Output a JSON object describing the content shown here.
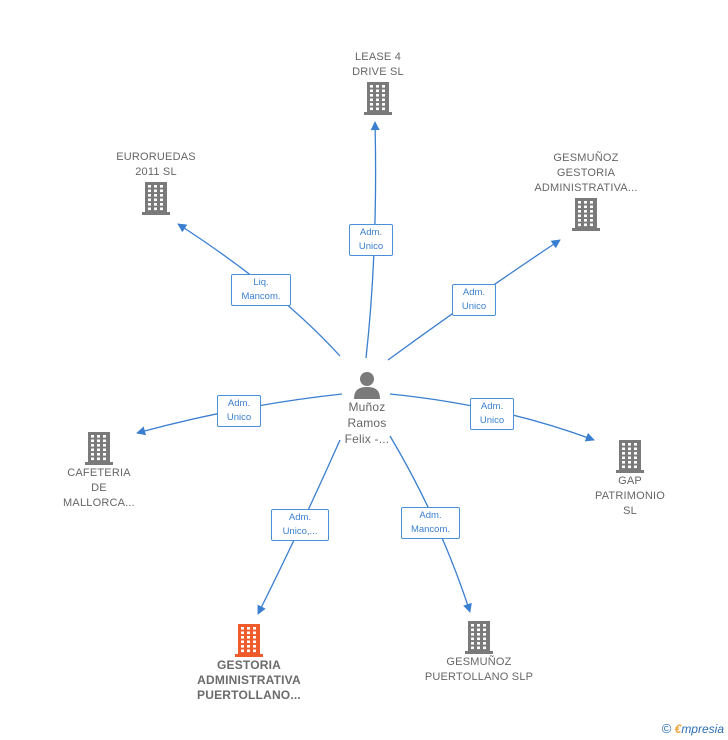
{
  "center": {
    "name": "Muñoz\nRamos\nFelix -..."
  },
  "nodes": [
    {
      "id": "lease4",
      "label": "LEASE 4\nDRIVE  SL",
      "highlight": false
    },
    {
      "id": "euroruedas",
      "label": "EURORUEDAS\n2011 SL",
      "highlight": false
    },
    {
      "id": "gesmunoz_admin",
      "label": "GESMUÑOZ\nGESTORIA\nADMINISTRATIVA...",
      "highlight": false
    },
    {
      "id": "cafeteria",
      "label": "CAFETERIA\nDE\nMALLORCA...",
      "highlight": false
    },
    {
      "id": "gap",
      "label": "GAP\nPATRIMONIO\nSL",
      "highlight": false
    },
    {
      "id": "gestoria_puertollano",
      "label": "GESTORIA\nADMINISTRATIVA\nPUERTOLLANO...",
      "highlight": true
    },
    {
      "id": "gesmunoz_puertollano",
      "label": "GESMUÑOZ\nPUERTOLLANO SLP",
      "highlight": false
    }
  ],
  "edges": [
    {
      "to": "lease4",
      "label": "Adm.\nUnico"
    },
    {
      "to": "euroruedas",
      "label": "Liq.\nMancom."
    },
    {
      "to": "gesmunoz_admin",
      "label": "Adm.\nUnico"
    },
    {
      "to": "cafeteria",
      "label": "Adm.\nUnico"
    },
    {
      "to": "gap",
      "label": "Adm.\nUnico"
    },
    {
      "to": "gestoria_puertollano",
      "label": "Adm.\nUnico,..."
    },
    {
      "to": "gesmunoz_puertollano",
      "label": "Adm.\nMancom."
    }
  ],
  "colors": {
    "edge": "#3a7fcf",
    "building": "#7a7a7a",
    "building_highlight": "#ef5b2b",
    "person": "#7a7a7a"
  },
  "footer": {
    "copyright": "©",
    "brand_initial": "€",
    "brand_rest": "mpresia"
  }
}
